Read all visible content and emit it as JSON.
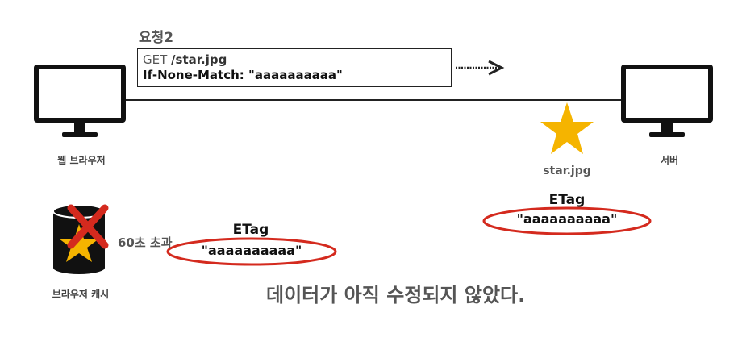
{
  "request": {
    "title": "요청2",
    "method": "GET",
    "path": "/star.jpg",
    "header_line": "If-None-Match: \"aaaaaaaaaa\""
  },
  "client": {
    "label": "웹 브라우저"
  },
  "server": {
    "label": "서버",
    "resource_label": "star.jpg",
    "etag_title": "ETag",
    "etag_value": "\"aaaaaaaaaa\""
  },
  "cache": {
    "label": "브라우저 캐시",
    "expired_text": "60초 초과",
    "etag_title": "ETag",
    "etag_value": "\"aaaaaaaaaa\""
  },
  "conclusion": "데이터가 아직 수정되지 않았다.",
  "colors": {
    "star": "#f5b400",
    "highlight_red": "#d42a1e",
    "text_grey": "#555555",
    "monitor": "#111111"
  },
  "icons": [
    "monitor-icon",
    "star-icon",
    "database-icon",
    "x-mark-icon",
    "arrow-right-icon"
  ]
}
